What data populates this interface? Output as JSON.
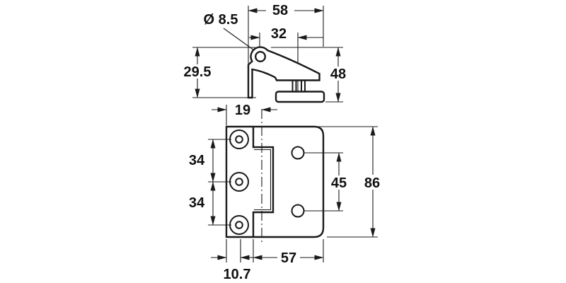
{
  "drawing": {
    "background": "#ffffff",
    "line_color": "#1a1a1a",
    "side_view": {
      "dims": {
        "hole_diameter": "Ø 8.5",
        "overall_width": "58",
        "pivot_to_stem": "32",
        "leaf_height": "29.5",
        "overall_height": "48"
      }
    },
    "front_view": {
      "dims": {
        "edge_to_axis": "19",
        "screw_pitch_upper": "34",
        "screw_pitch_lower": "34",
        "right_holes_pitch": "45",
        "plate_height": "86",
        "plate_width": "57",
        "edge_to_screw_line": "10.7"
      }
    }
  }
}
